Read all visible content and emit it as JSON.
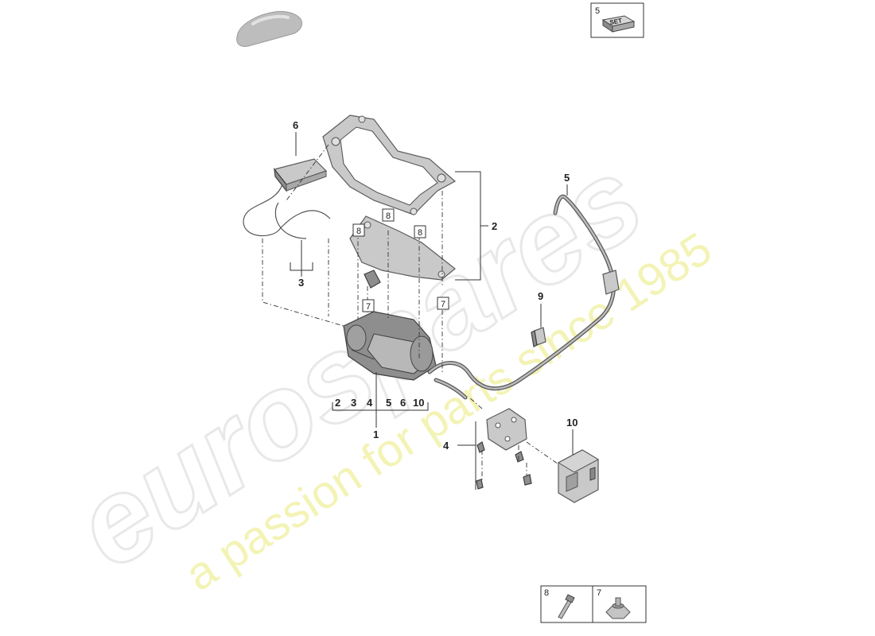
{
  "watermark": {
    "brand": "eurospares",
    "tagline": "a passion for parts since 1985"
  },
  "set_box": {
    "number": "5",
    "label": "SET"
  },
  "callouts": {
    "c1": "1",
    "c2": "2",
    "c3": "3",
    "c4": "4",
    "c5": "5",
    "c6": "6",
    "c9": "9",
    "c10": "10"
  },
  "group_numbers": [
    "2",
    "3",
    "4",
    "5",
    "6",
    "10"
  ],
  "boxed_refs": {
    "b8a": "8",
    "b8b": "8",
    "b8c": "8",
    "b7a": "7",
    "b7b": "7"
  },
  "legend": [
    {
      "number": "8",
      "icon": "bolt-icon"
    },
    {
      "number": "7",
      "icon": "nut-icon"
    }
  ]
}
